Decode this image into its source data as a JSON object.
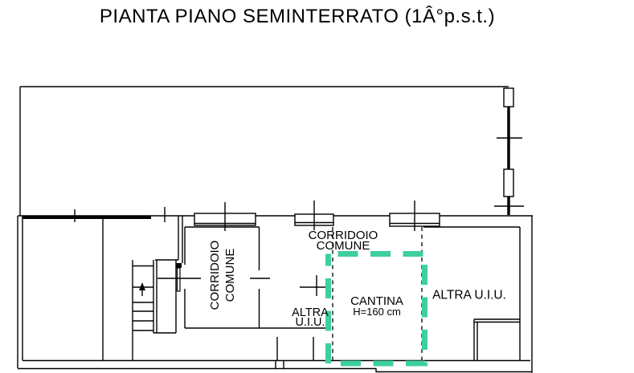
{
  "title": "PIANTA PIANO SEMINTERRATO (1Â°p.s.t.)",
  "colors": {
    "highlight_green": "#3ecf9e",
    "line_black": "#000000",
    "background": "#ffffff"
  },
  "labels": {
    "corridoio_comune_vertical": {
      "line1": "CORRIDOIO",
      "line2": "COMUNE"
    },
    "corridoio_comune_horizontal": {
      "line1": "CORRIDOIO",
      "line2": "COMUNE"
    },
    "altra_uiu_left": {
      "line1": "ALTRA",
      "line2": "U.I.U."
    },
    "cantina": {
      "name": "CANTINA",
      "height": "H=160 cm"
    },
    "altra_uiu_right": {
      "label": "ALTRA U.I.U."
    }
  }
}
